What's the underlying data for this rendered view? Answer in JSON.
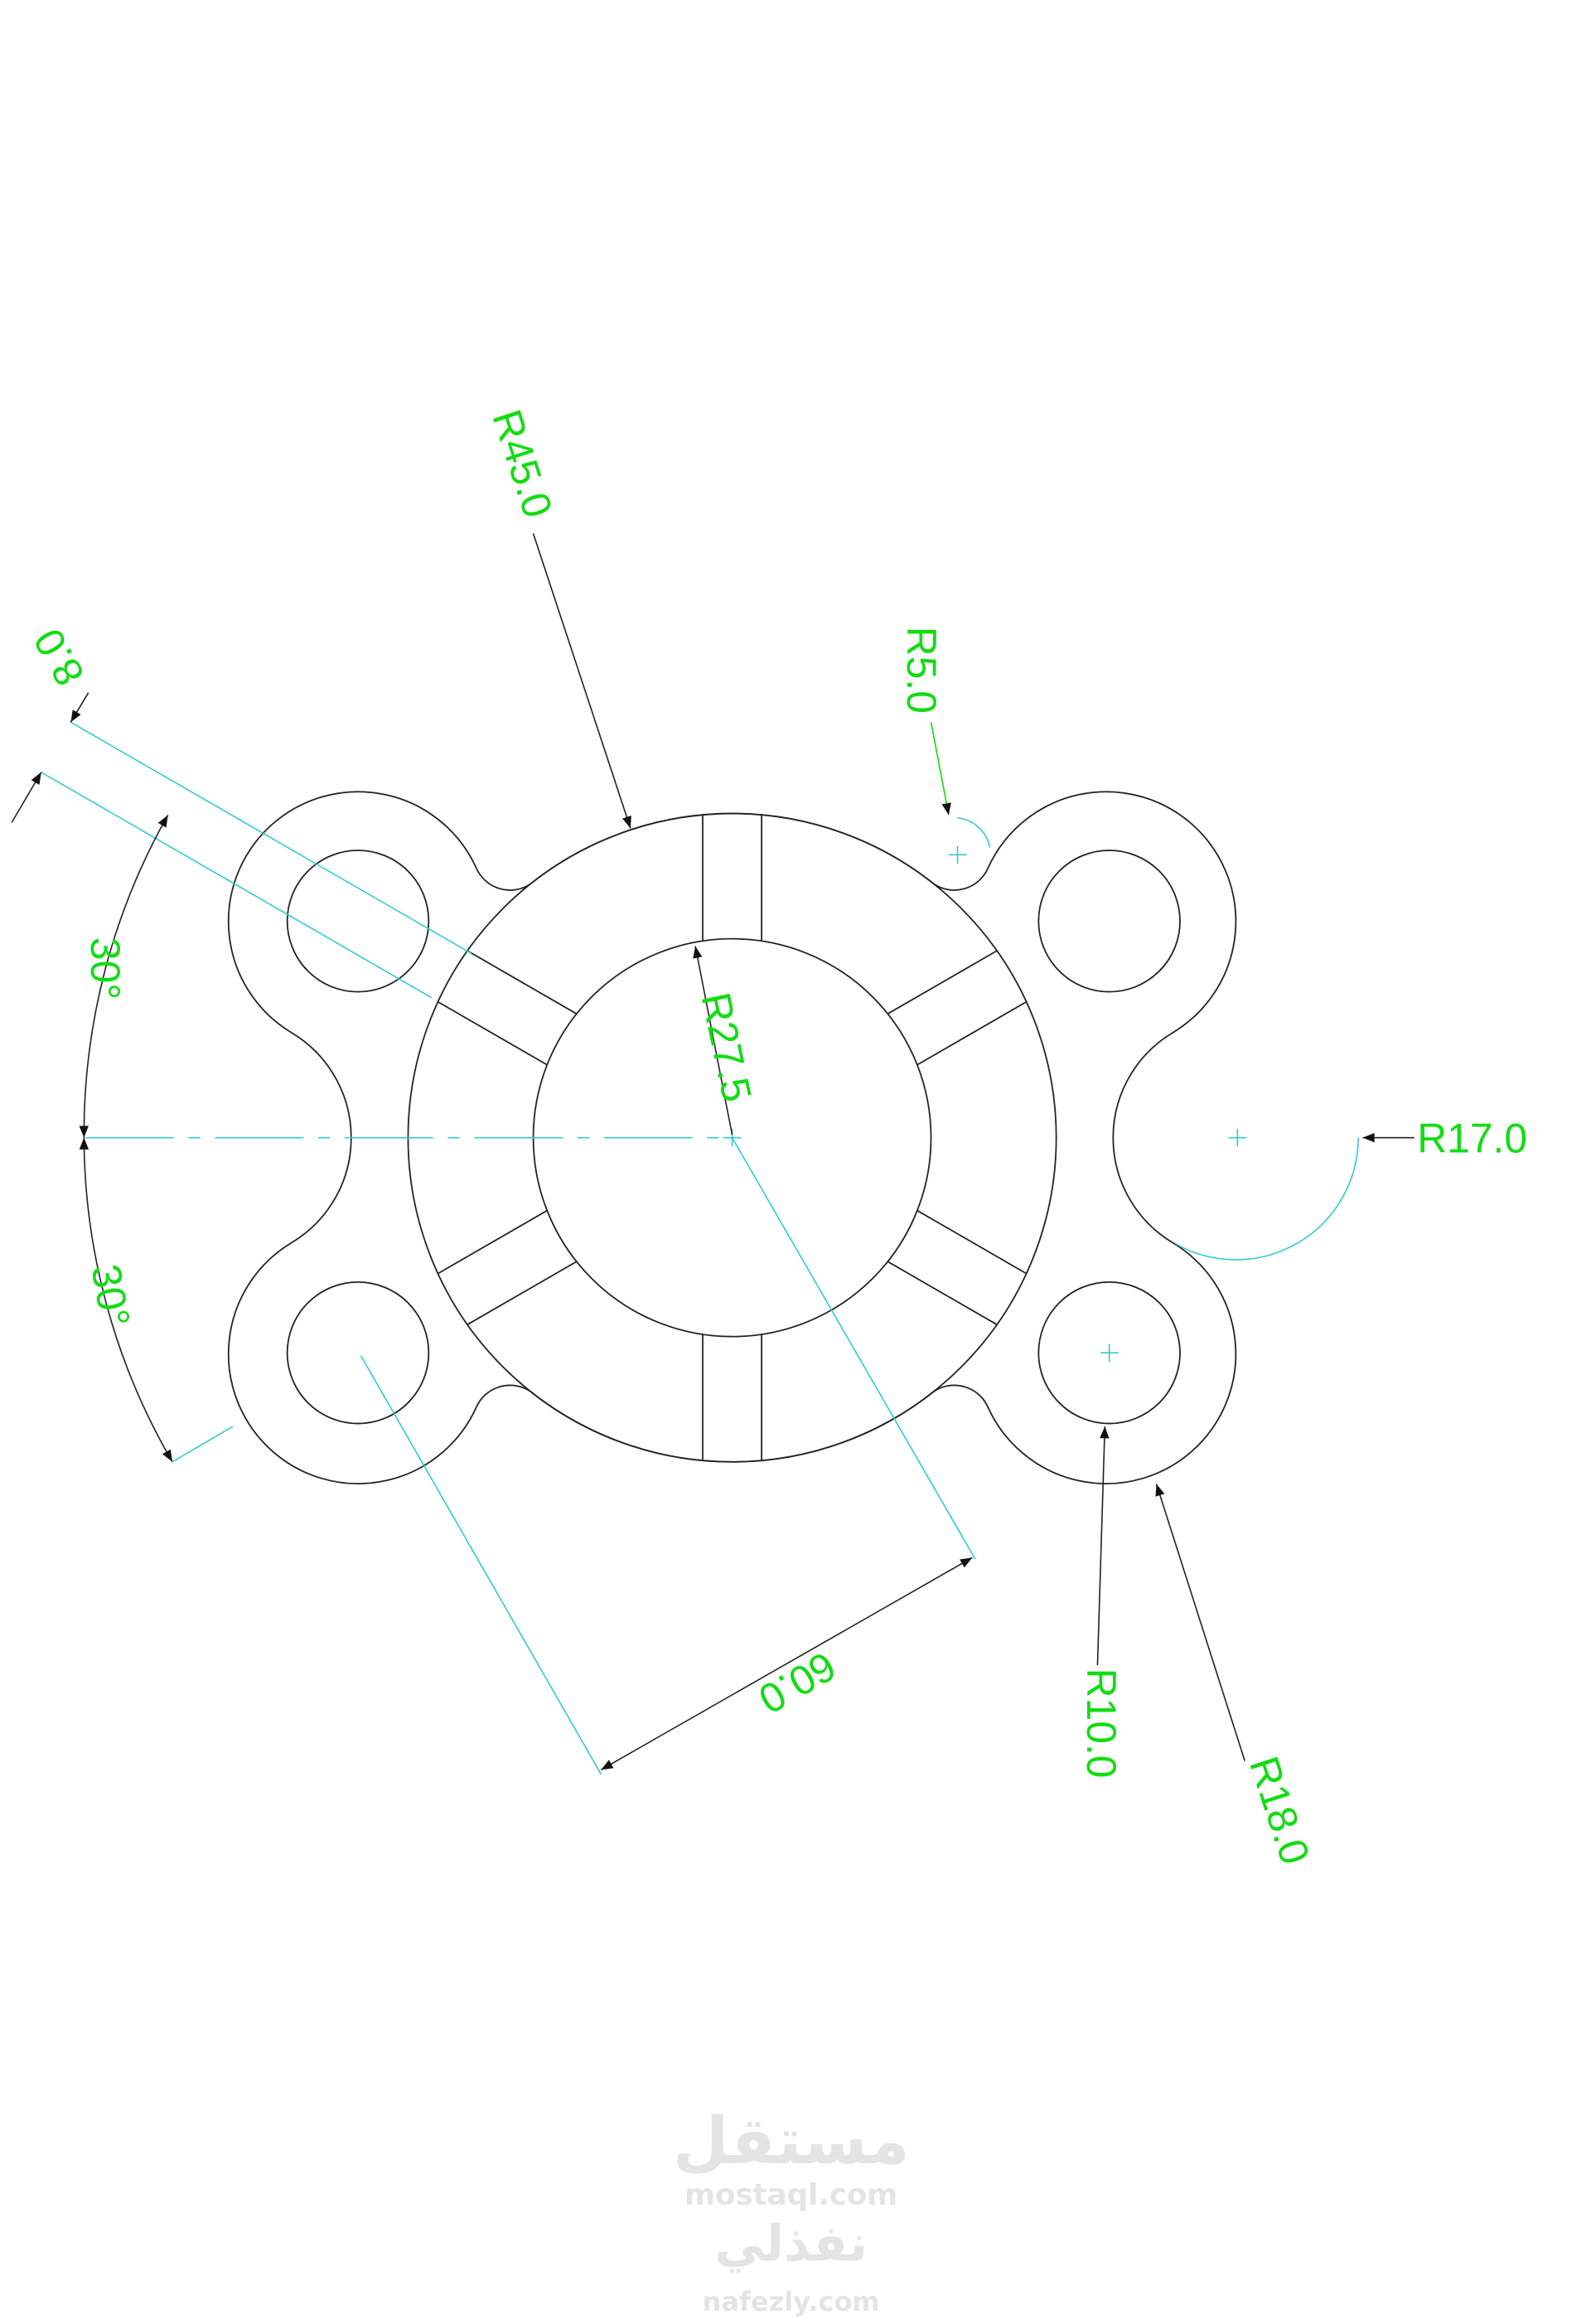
{
  "drawing": {
    "labels": {
      "r45": "R45.0",
      "r5": "R5.0",
      "r27": "R27.5",
      "r17": "R17.0",
      "r10": "R10.0",
      "r18": "R18.0",
      "d60": "60.0",
      "d8": "8.0",
      "a30_top": "30°",
      "a30_bottom": "30°"
    },
    "colors": {
      "dimension_text": "#11dd11",
      "construction": "#33cccc",
      "geometry": "#222222"
    }
  },
  "watermark": {
    "arabic_1": "مستقل",
    "latin_1": "mostaql.com",
    "arabic_2": "نفذلي",
    "latin_2": "nafezly.com"
  }
}
